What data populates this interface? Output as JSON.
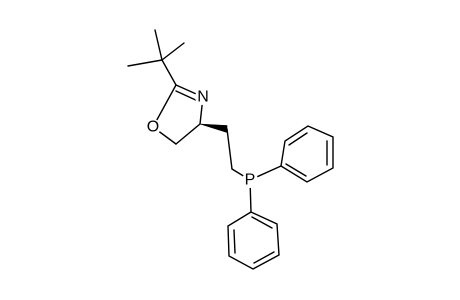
{
  "atoms": {
    "oxygen": "O",
    "nitrogen": "N",
    "phosphorus": "P"
  },
  "colors": {
    "bond": "#000000",
    "background": "#ffffff"
  }
}
